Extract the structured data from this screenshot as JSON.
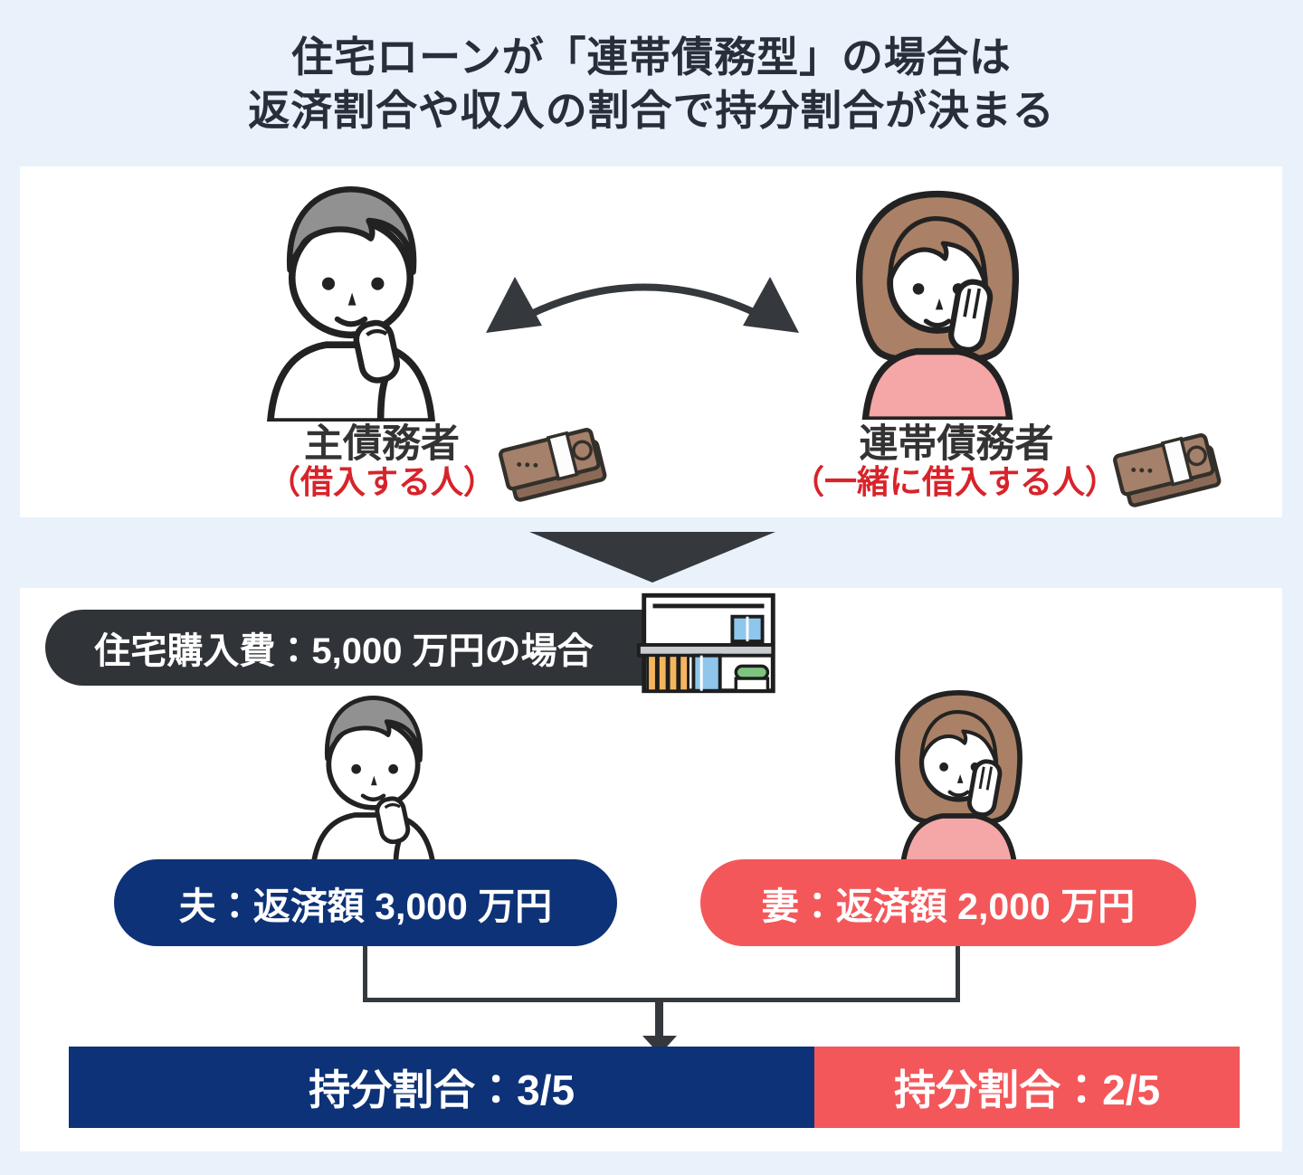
{
  "title": {
    "line1": "住宅ローンが「連帯債務型」の場合は",
    "line2": "返済割合や収入の割合で持分割合が決まる"
  },
  "upper_section": {
    "main_debtor": {
      "role": "主債務者",
      "note": "（借入する人）"
    },
    "joint_debtor": {
      "role": "連帯債務者",
      "note": "（一緒に借入する人）"
    }
  },
  "lower_section": {
    "badge_label": "住宅購入費：5,000 万円の場合",
    "husband_label": "夫：返済額 3,000 万円",
    "wife_label": "妻：返済額 2,000 万円",
    "husband_share_label": "持分割合：3/5",
    "wife_share_label": "持分割合：2/5"
  },
  "values": {
    "purchase_price": "5,000 万円",
    "husband_repayment": "3,000 万円",
    "wife_repayment": "2,000 万円",
    "husband_share": "3/5",
    "wife_share": "2/5"
  },
  "icons": {
    "money_stack": "money-stack-icon",
    "house": "house-icon",
    "swap_arrow": "curved-double-arrow-icon",
    "section_arrow": "down-triangle-icon",
    "merge_arrow": "down-arrow-icon"
  },
  "colors": {
    "background": "#e9f1fb",
    "panel": "#ffffff",
    "navy": "#0d3277",
    "coral": "#f4575a",
    "note_red": "#d8232a",
    "dark": "#35393d"
  }
}
